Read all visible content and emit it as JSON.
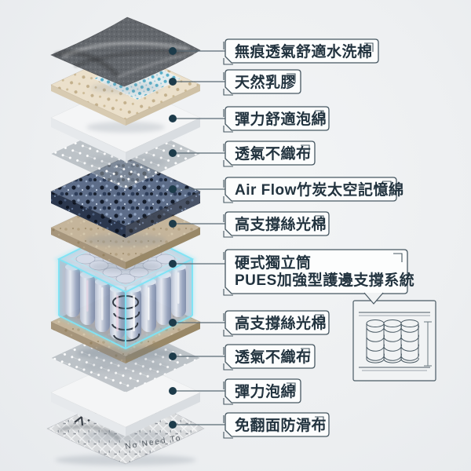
{
  "diagram": {
    "description": "mattress-exploded-layer-diagram",
    "layer_count": 11
  },
  "layers": [
    {
      "name": "washable-cotton",
      "label": "無痕透氣舒適水洗棉"
    },
    {
      "name": "natural-latex",
      "label": "天然乳膠"
    },
    {
      "name": "comfort-foam",
      "label": "彈力舒適泡綿"
    },
    {
      "name": "breathable-nonwoven-top",
      "label": "透氣不織布"
    },
    {
      "name": "airflow-charcoal-memory-foam",
      "label": "Air Flow竹炭太空記憶綿"
    },
    {
      "name": "high-support-silk-cotton-top",
      "label": "高支撐絲光棉"
    },
    {
      "name": "pocket-spring-system",
      "label": "硬式獨立筒PUES加強型護邊支撐系統",
      "lines": [
        "硬式獨立筒",
        "PUES加強型護邊支撐系統"
      ]
    },
    {
      "name": "high-support-silk-cotton-bottom",
      "label": "高支撐絲光棉"
    },
    {
      "name": "breathable-nonwoven-bottom",
      "label": "透氣不織布"
    },
    {
      "name": "bounce-foam",
      "label": "彈力泡綿"
    },
    {
      "name": "no-flip-anti-slip-fabric",
      "label": "免翻面防滑布"
    }
  ],
  "bottom_print": "No Need To",
  "colors": {
    "background": "#edeff1",
    "label_border": "#465761",
    "label_text": "#22333f",
    "callout_dot": "#1d3b4a",
    "glow": "#7ee4f6",
    "latex": "#ebe0cb",
    "memory_foam": "#5d6d89",
    "silk_cotton": "#c5b59b"
  }
}
